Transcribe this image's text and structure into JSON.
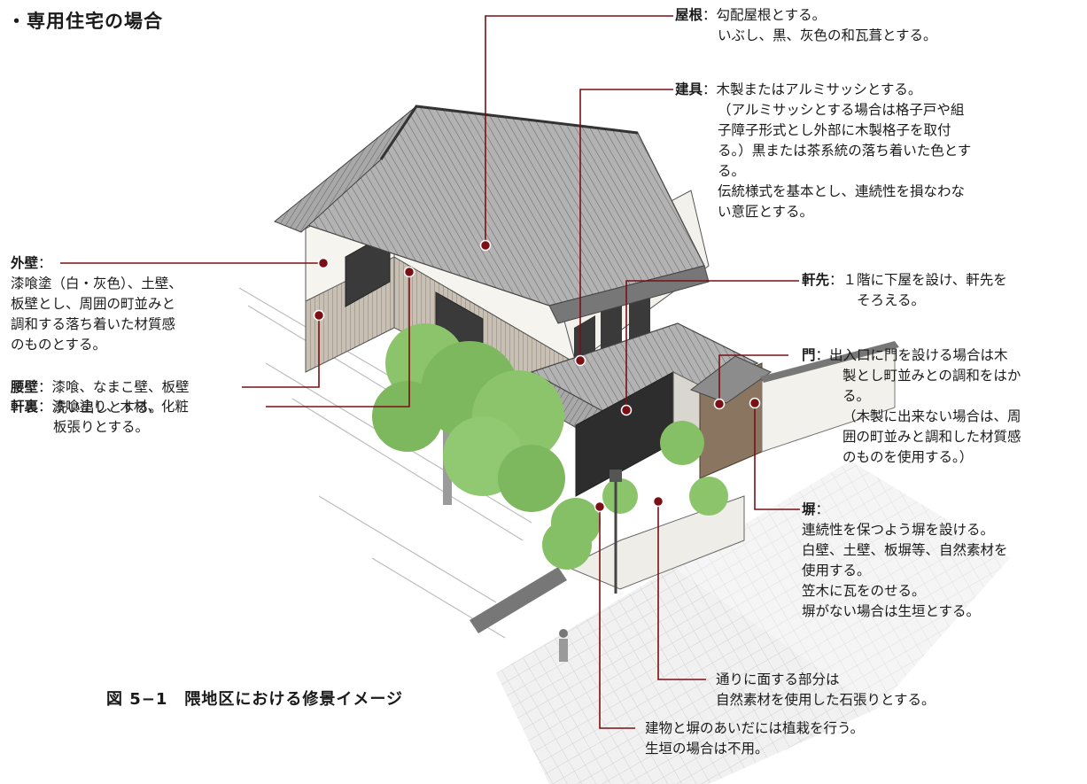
{
  "heading": "・専用住宅の場合",
  "caption": "図 5−1　隈地区における修景イメージ",
  "colors": {
    "leader": "#7a1015",
    "roof": "#8c8c8c",
    "wall": "#f3f1ec",
    "wood": "#8a7560",
    "tree": "#78b85a"
  },
  "annotations": {
    "yane": {
      "term": "屋根",
      "sep": "：",
      "lines": [
        "勾配屋根とする。",
        "いぶし、黒、灰色の和瓦葺とする。"
      ]
    },
    "tategu": {
      "term": "建具",
      "sep": "：",
      "lines": [
        "木製またはアルミサッシとする。",
        "（アルミサッシとする場合は格子戸や組",
        "子障子形式とし外部に木製格子を取付",
        "る。）黒または茶系統の落ち着いた色とす",
        "る。",
        "伝統様式を基本とし、連続性を損なわな",
        "い意匠とする。"
      ]
    },
    "gaiheki": {
      "term": "外壁",
      "sep": "：",
      "lines": [
        "漆喰塗（白・灰色）、土壁、",
        "板壁とし、周囲の町並みと",
        "調和する落ち着いた材質感",
        "のものとする。"
      ]
    },
    "nokisaki": {
      "term": "軒先",
      "sep": "：",
      "lines": [
        "１階に下屋を設け、軒先を",
        "そろえる。"
      ]
    },
    "mon": {
      "term": "門",
      "sep": "：",
      "lines": [
        "出入口に門を設ける場合は木",
        "製とし町並みとの調和をはか",
        "る。",
        "（木製に出来ない場合は、周",
        "囲の町並みと調和した材質感",
        "のものを使用する。）"
      ]
    },
    "koshikabe": {
      "term": "腰壁",
      "sep": "：",
      "lines": [
        "漆喰、なまこ壁、板壁",
        "洗い出しとする。"
      ]
    },
    "nokiura": {
      "term": "軒裏",
      "sep": "：",
      "lines": [
        "漆喰塗り、木材、化粧",
        "板張りとする。"
      ]
    },
    "hei": {
      "term": "塀",
      "sep": "：",
      "lines": [
        "連続性を保つよう塀を設ける。",
        "白壁、土壁、板塀等、自然素材を",
        "使用する。",
        "笠木に瓦をのせる。",
        "塀がない場合は生垣とする。"
      ]
    },
    "dori": {
      "lines": [
        "通りに面する部分は",
        "自然素材を使用した石張りとする。"
      ]
    },
    "shokusai": {
      "lines": [
        "建物と塀のあいだには植栽を行う。",
        "生垣の場合は不用。"
      ]
    }
  }
}
